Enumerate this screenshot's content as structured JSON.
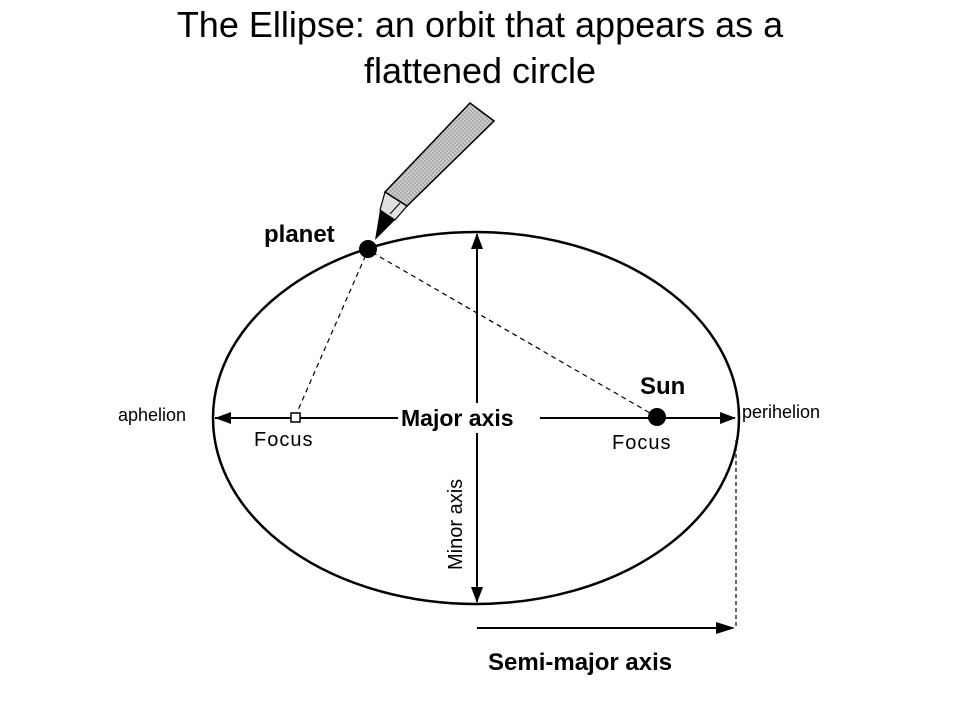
{
  "title": {
    "line1": "The Ellipse: an orbit that appears as a",
    "line2": "flattened circle"
  },
  "labels": {
    "planet": "planet",
    "sun": "Sun",
    "major_axis": "Major axis",
    "minor_axis": "Minor axis",
    "semi_major_axis": "Semi-major axis",
    "aphelion": "aphelion",
    "perihelion": "perihelion",
    "focus_left": "Focus",
    "focus_right": "Focus"
  },
  "colors": {
    "line": "#000000",
    "pencil_body": "#bdbdbd",
    "pencil_tip": "#e6e6e6"
  }
}
